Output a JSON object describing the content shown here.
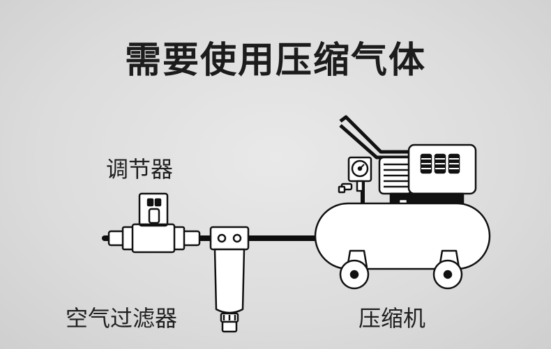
{
  "title": "需要使用压缩气体",
  "labels": {
    "regulator": "调节器",
    "filter": "空气过滤器",
    "compressor": "压缩机"
  },
  "colors": {
    "background": "#dcdcdc",
    "stroke": "#111111",
    "fill": "#ffffff",
    "hose": "#0d0d0d"
  }
}
